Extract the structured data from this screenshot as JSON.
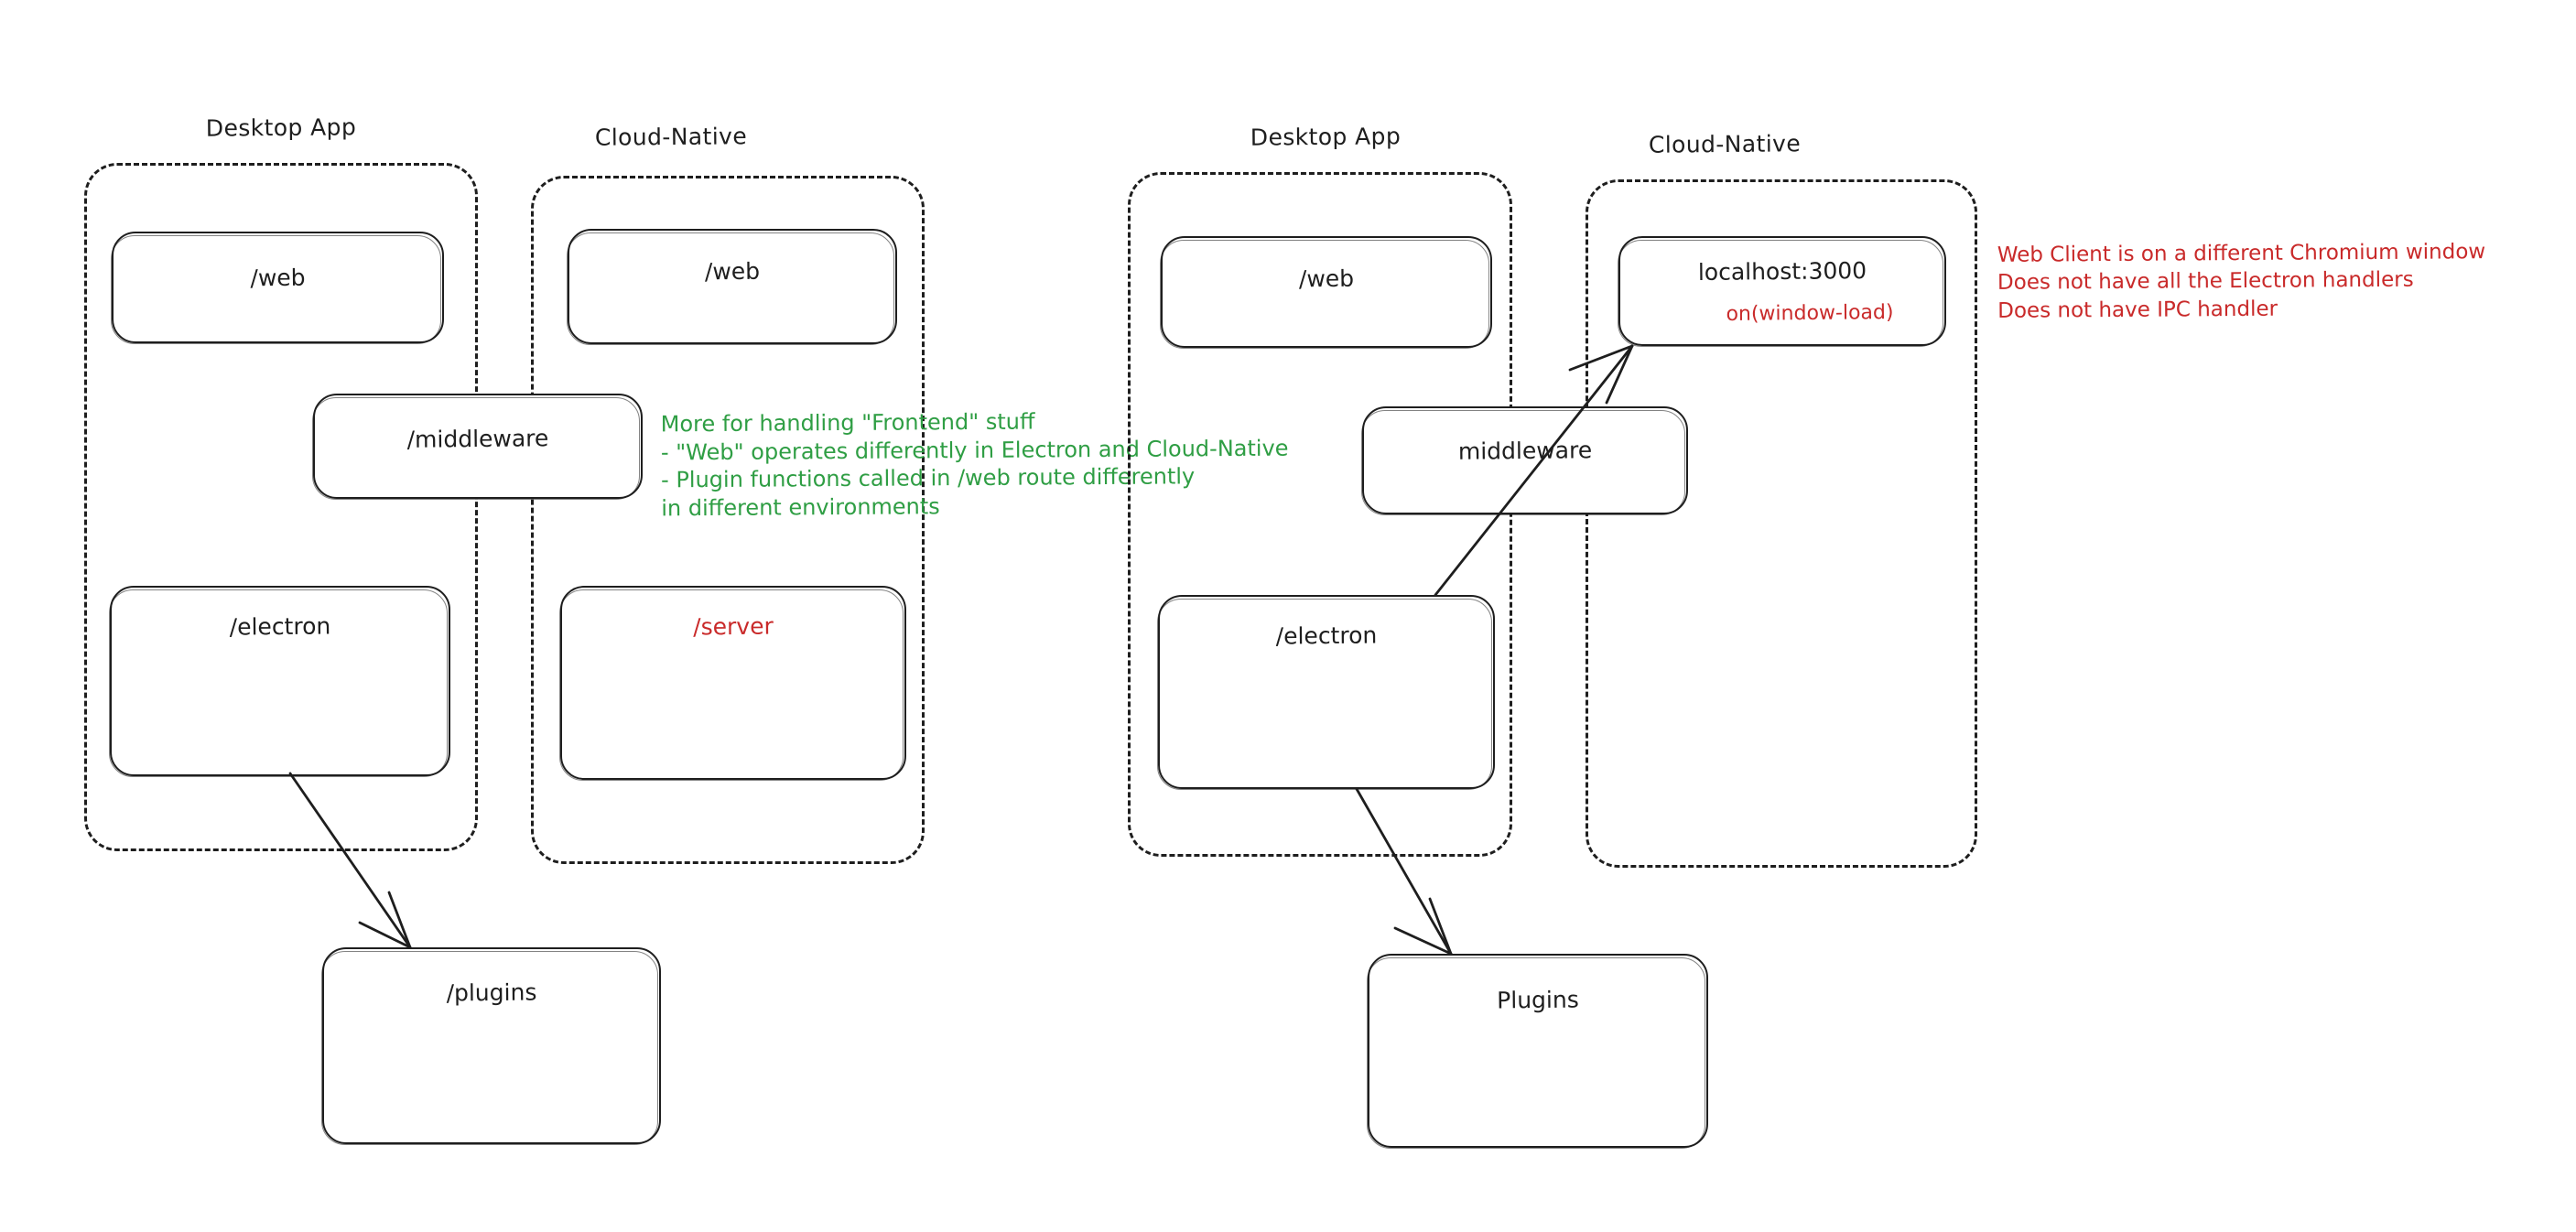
{
  "diagram": {
    "title": "Desktop App vs Cloud-Native architecture comparison",
    "colors": {
      "stroke": "#1e1e1e",
      "green": "#2f9e44",
      "red": "#c92a2a",
      "background": "#ffffff"
    }
  },
  "left_diagram": {
    "groups": [
      {
        "label": "Desktop App"
      },
      {
        "label": "Cloud-Native"
      }
    ],
    "nodes": {
      "desktop_web": "/web",
      "cloud_web": "/web",
      "middleware": "/middleware",
      "electron": "/electron",
      "server": "/server",
      "plugins": "/plugins"
    }
  },
  "right_diagram": {
    "groups": [
      {
        "label": "Desktop App"
      },
      {
        "label": "Cloud-Native"
      }
    ],
    "nodes": {
      "desktop_web": "/web",
      "localhost": "localhost:3000",
      "localhost_sub": "on(window-load)",
      "middleware": "middleware",
      "electron": "/electron",
      "plugins": "Plugins"
    }
  },
  "annotations": {
    "green_note": "More for handling \"Frontend\" stuff\n- \"Web\" operates differently in Electron and Cloud-Native\n- Plugin functions called in /web route differently\nin different environments",
    "red_note": "Web Client is on a different Chromium window\nDoes not have all the Electron handlers\nDoes not have IPC handler"
  }
}
